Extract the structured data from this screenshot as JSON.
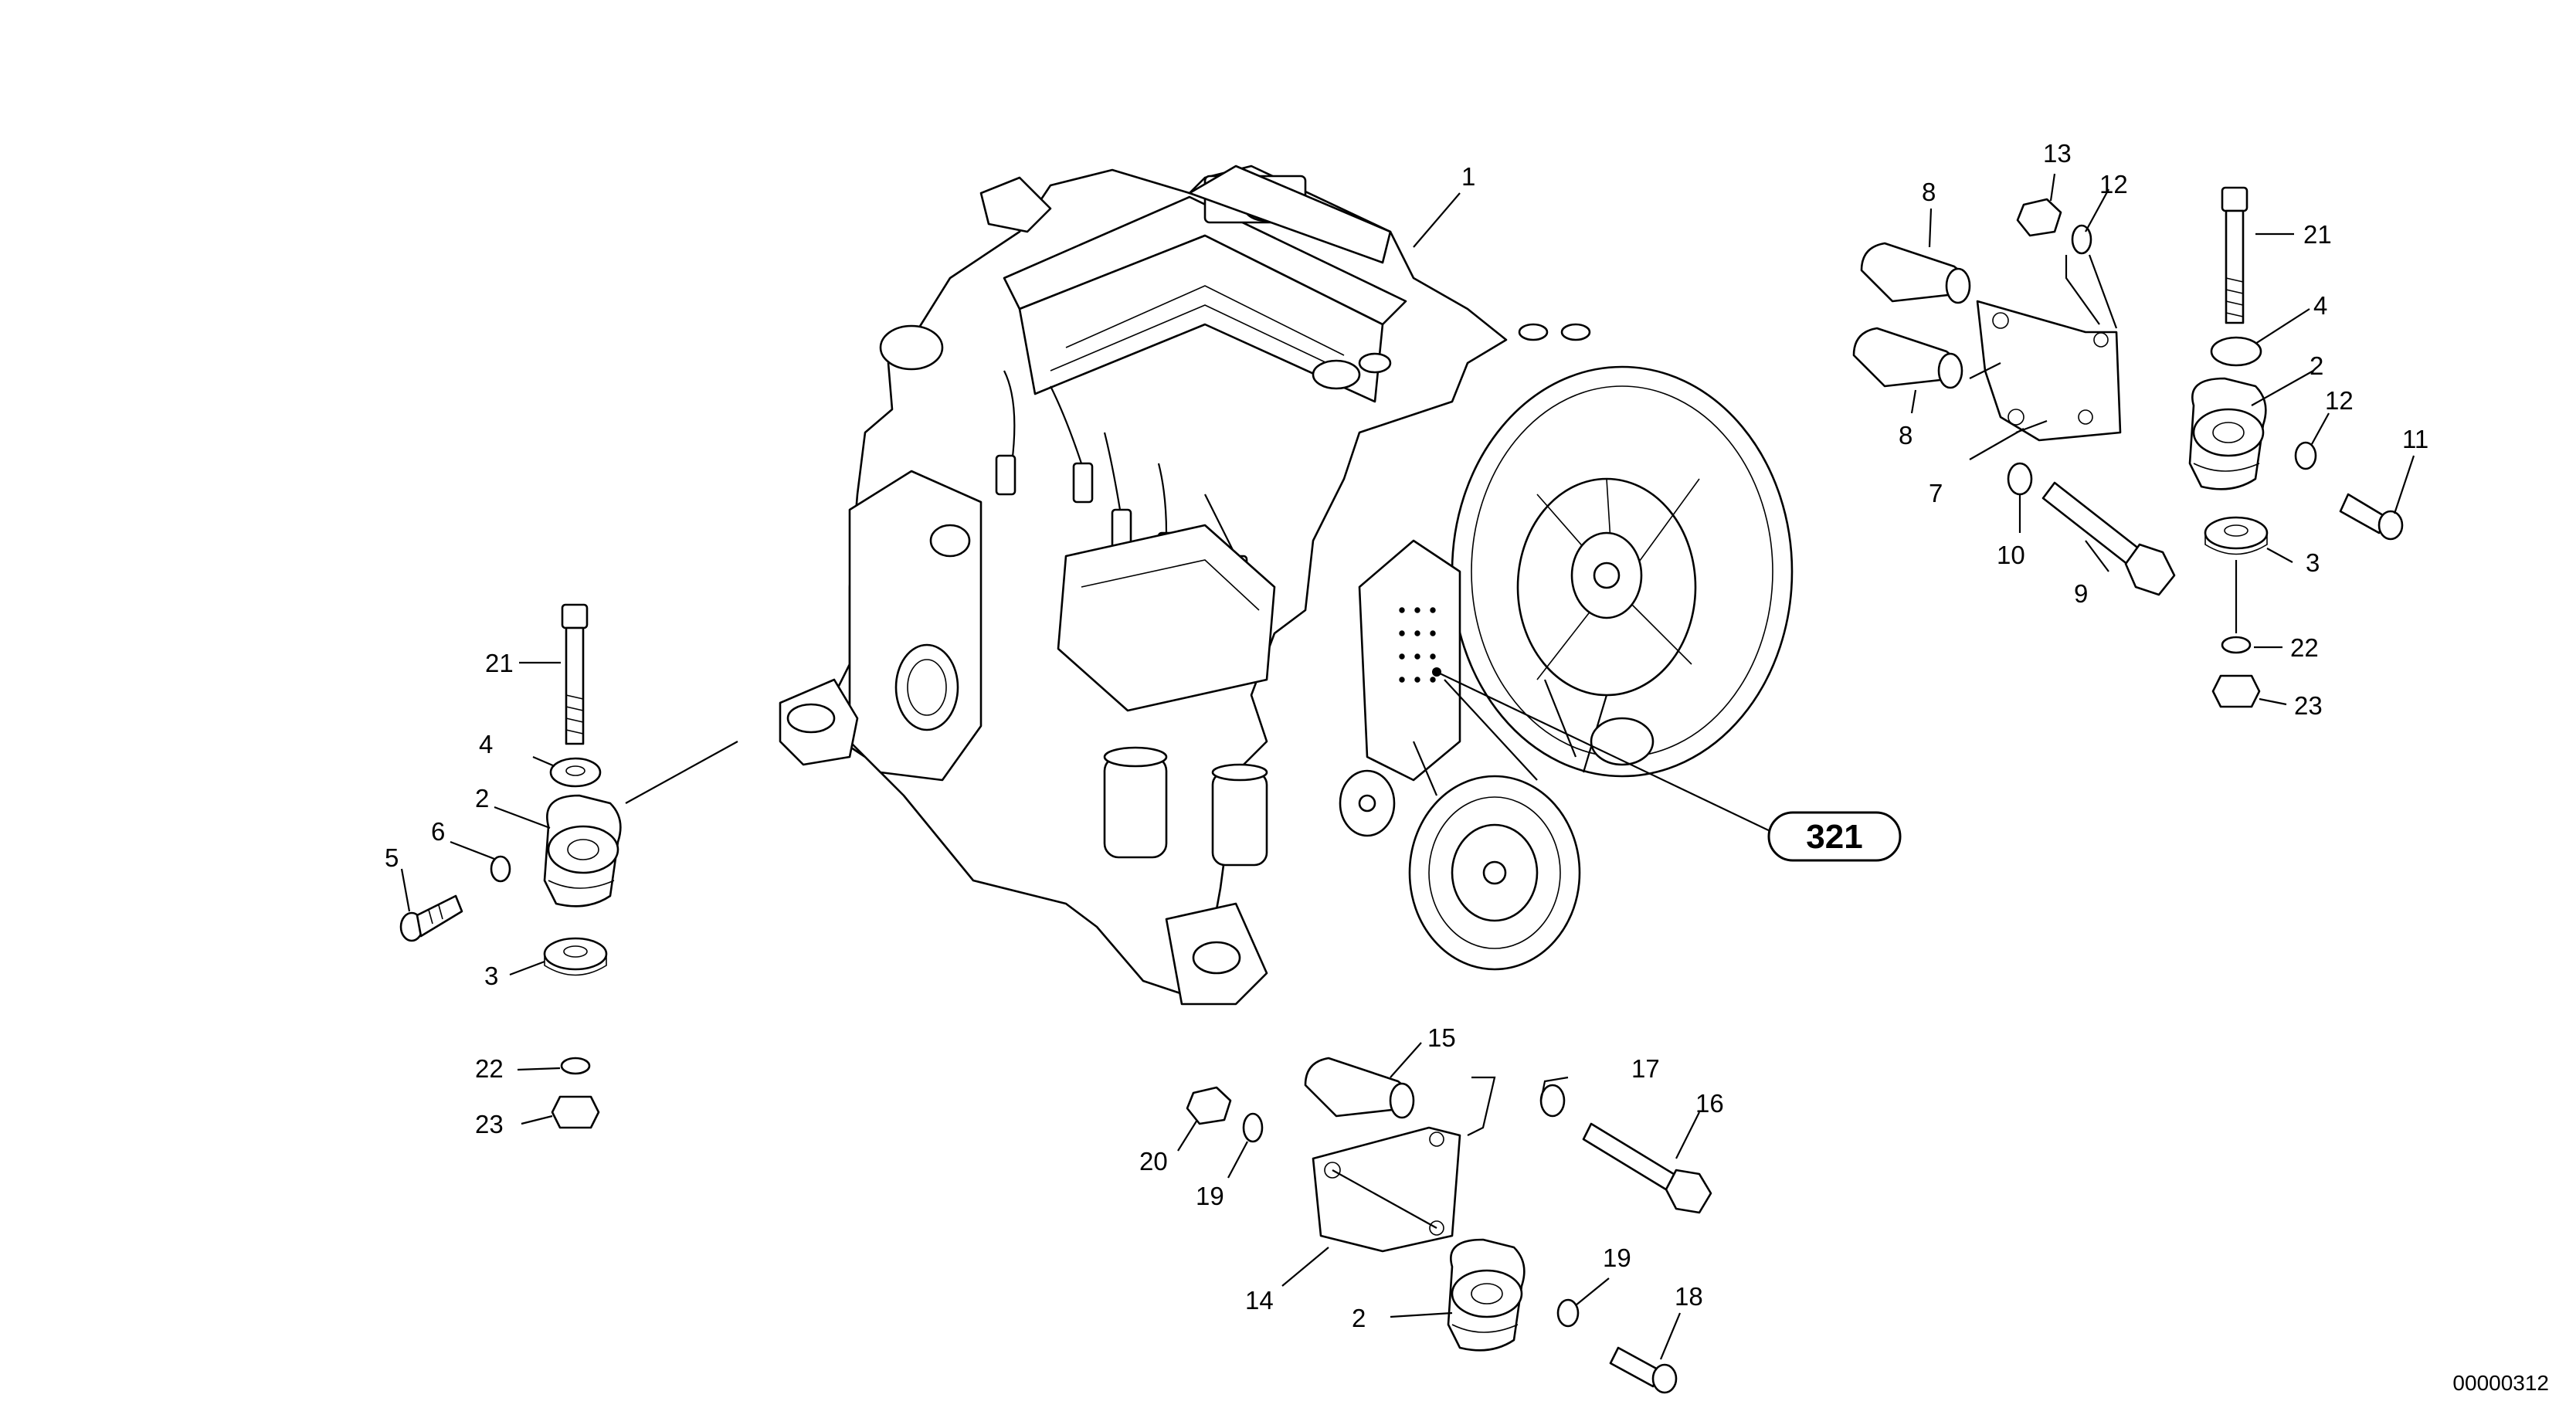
{
  "diagram": {
    "reference_label": "321",
    "document_number": "00000312",
    "callouts": [
      "1",
      "2",
      "3",
      "4",
      "5",
      "6",
      "7",
      "8",
      "9",
      "10",
      "11",
      "12",
      "13",
      "14",
      "15",
      "16",
      "17",
      "18",
      "19",
      "20",
      "21",
      "22",
      "23"
    ],
    "groups": {
      "main_engine": {
        "part": "1"
      },
      "left_mount": [
        "21",
        "4",
        "2",
        "5",
        "6",
        "3",
        "22",
        "23"
      ],
      "right_mount": [
        "13",
        "12",
        "8",
        "21",
        "4",
        "2",
        "12",
        "11",
        "8",
        "7",
        "10",
        "9",
        "3",
        "22",
        "23"
      ],
      "bottom_mount": [
        "15",
        "17",
        "16",
        "20",
        "19",
        "14",
        "2",
        "19",
        "18"
      ]
    }
  }
}
